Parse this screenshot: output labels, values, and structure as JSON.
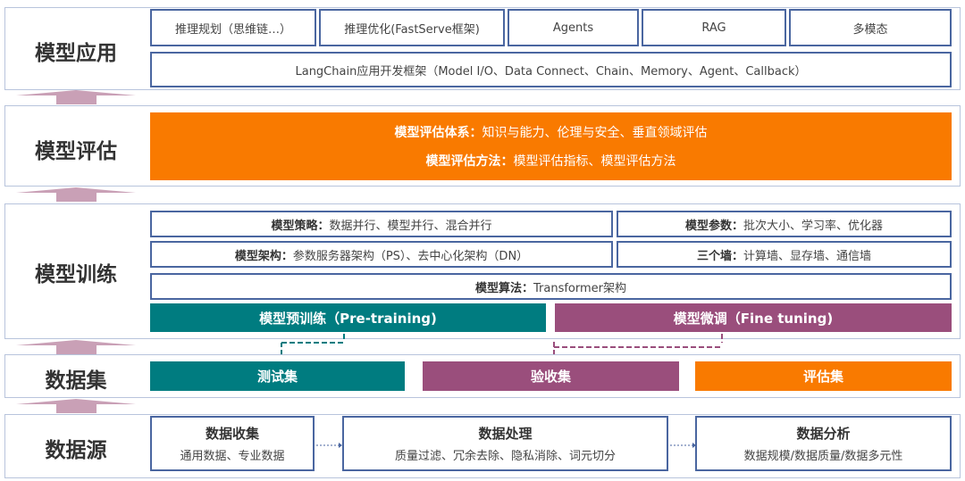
{
  "colors": {
    "teal": "#007c80",
    "purple": "#9a4e7c",
    "orange": "#f97a00",
    "border": "#4a66a0",
    "arrow": "#c9a0b6"
  },
  "layers": {
    "application": {
      "label": "模型应用",
      "items": [
        "推理规划（思维链…）",
        "推理优化(FastServe框架)",
        "Agents",
        "RAG",
        "多模态"
      ],
      "langchain": "LangChain应用开发框架（Model I/O、Data Connect、Chain、Memory、Agent、Callback）"
    },
    "evaluation": {
      "label": "模型评估",
      "system_title": "模型评估体系：",
      "system_text": "知识与能力、伦理与安全、垂直领域评估",
      "method_title": "模型评估方法：",
      "method_text": "模型评估指标、模型评估方法"
    },
    "training": {
      "label": "模型训练",
      "strategy_title": "模型策略：",
      "strategy_text": "数据并行、模型并行、混合并行",
      "params_title": "模型参数：",
      "params_text": "批次大小、学习率、优化器",
      "arch_title": "模型架构：",
      "arch_text": "参数服务器架构（PS）、去中心化架构（DN）",
      "walls_title": "三个墙：",
      "walls_text": "计算墙、显存墙、通信墙",
      "algo_title": "模型算法：",
      "algo_text": "Transformer架构",
      "pretrain": "模型预训练（Pre-training)",
      "finetune": "模型微调（Fine tuning)"
    },
    "dataset": {
      "label": "数据集",
      "items": [
        "测试集",
        "验收集",
        "评估集"
      ]
    },
    "source": {
      "label": "数据源",
      "items": [
        {
          "title": "数据收集",
          "text": "通用数据、专业数据"
        },
        {
          "title": "数据处理",
          "text": "质量过滤、冗余去除、隐私消除、词元切分"
        },
        {
          "title": "数据分析",
          "text": "数据规模/数据质量/数据多元性"
        }
      ]
    }
  }
}
